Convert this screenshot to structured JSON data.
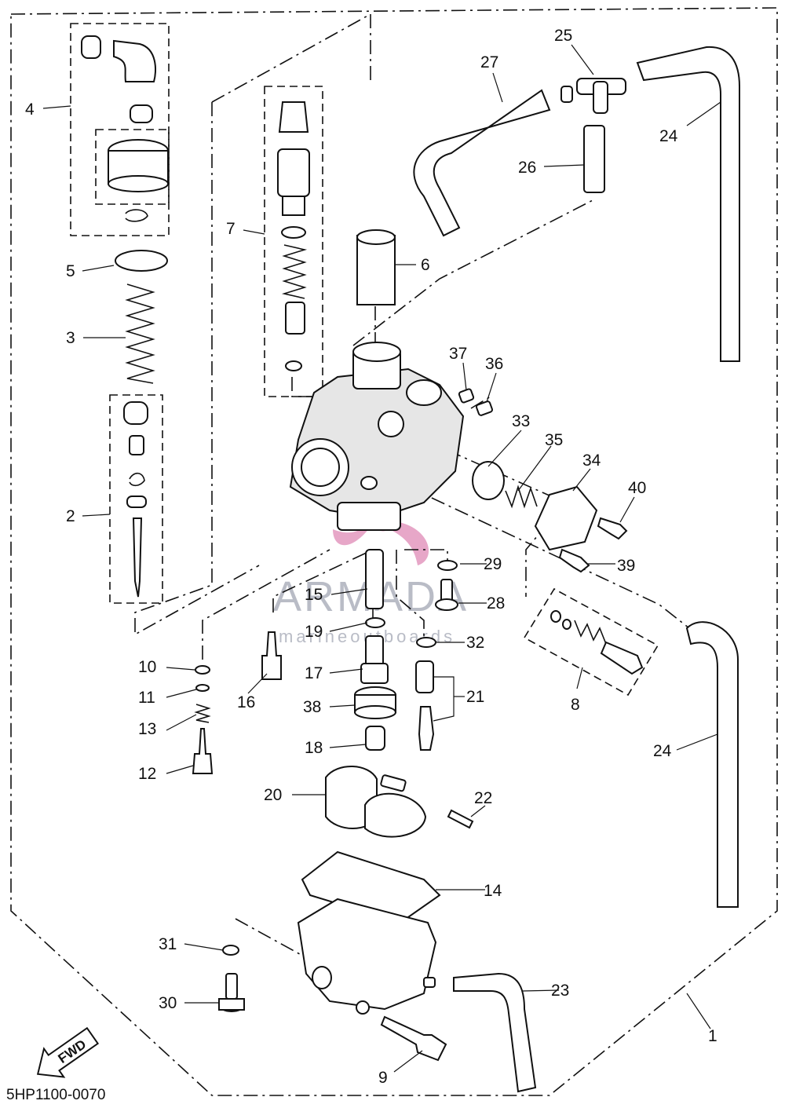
{
  "diagram": {
    "code": "5HP1100-0070",
    "fwd_label": "FWD",
    "watermark": {
      "brand": "ARMADA",
      "tagline": "marineoutboards",
      "logo_color": "#e7a7c8"
    },
    "callouts": {
      "c1": "1",
      "c2": "2",
      "c3": "3",
      "c4": "4",
      "c5": "5",
      "c6": "6",
      "c7": "7",
      "c8": "8",
      "c9": "9",
      "c10": "10",
      "c11": "11",
      "c12": "12",
      "c13": "13",
      "c14": "14",
      "c15": "15",
      "c16": "16",
      "c17": "17",
      "c18": "18",
      "c19": "19",
      "c20": "20",
      "c21": "21",
      "c22": "22",
      "c23": "23",
      "c24a": "24",
      "c24b": "24",
      "c25": "25",
      "c26": "26",
      "c27": "27",
      "c28": "28",
      "c29": "29",
      "c30": "30",
      "c31": "31",
      "c32": "32",
      "c33": "33",
      "c34": "34",
      "c35": "35",
      "c36": "36",
      "c37": "37",
      "c38": "38",
      "c39": "39",
      "c40": "40"
    }
  }
}
